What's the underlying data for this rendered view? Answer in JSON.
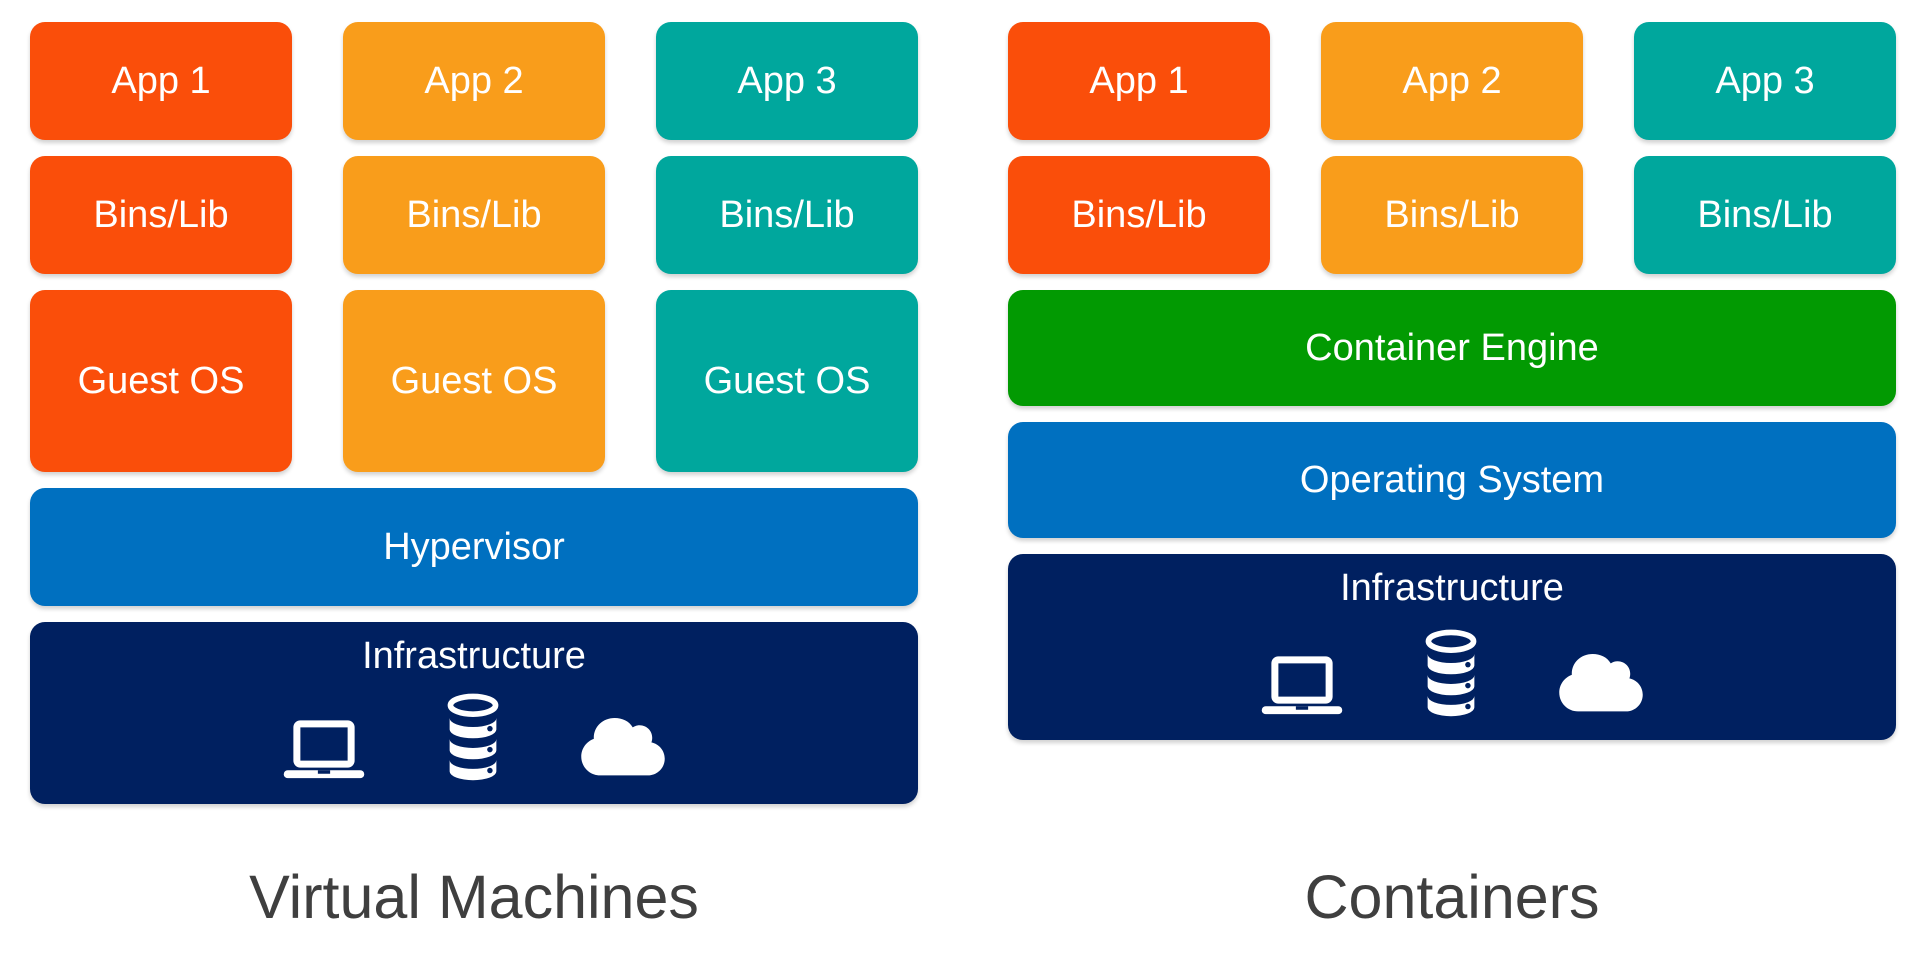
{
  "colors": {
    "app1": "#FA4E0A",
    "app2": "#F99D1B",
    "app3": "#00A79D",
    "container_engine": "#029A02",
    "blue_bar": "#0070C0",
    "infrastructure": "#002060",
    "box_text": "#FFFFFF",
    "label_text": "#3F3F3F",
    "background": "#FFFFFF"
  },
  "vm_diagram": {
    "label": "Virtual Machines",
    "columns": [
      {
        "app": "App 1",
        "bins": "Bins/Lib",
        "guest_os": "Guest OS"
      },
      {
        "app": "App 2",
        "bins": "Bins/Lib",
        "guest_os": "Guest OS"
      },
      {
        "app": "App 3",
        "bins": "Bins/Lib",
        "guest_os": "Guest OS"
      }
    ],
    "hypervisor": "Hypervisor",
    "infrastructure": "Infrastructure",
    "infrastructure_icons": [
      "laptop-icon",
      "database-icon",
      "cloud-icon"
    ]
  },
  "containers_diagram": {
    "label": "Containers",
    "columns": [
      {
        "app": "App 1",
        "bins": "Bins/Lib"
      },
      {
        "app": "App 2",
        "bins": "Bins/Lib"
      },
      {
        "app": "App 3",
        "bins": "Bins/Lib"
      }
    ],
    "container_engine": "Container Engine",
    "operating_system": "Operating System",
    "infrastructure": "Infrastructure",
    "infrastructure_icons": [
      "laptop-icon",
      "database-icon",
      "cloud-icon"
    ]
  }
}
